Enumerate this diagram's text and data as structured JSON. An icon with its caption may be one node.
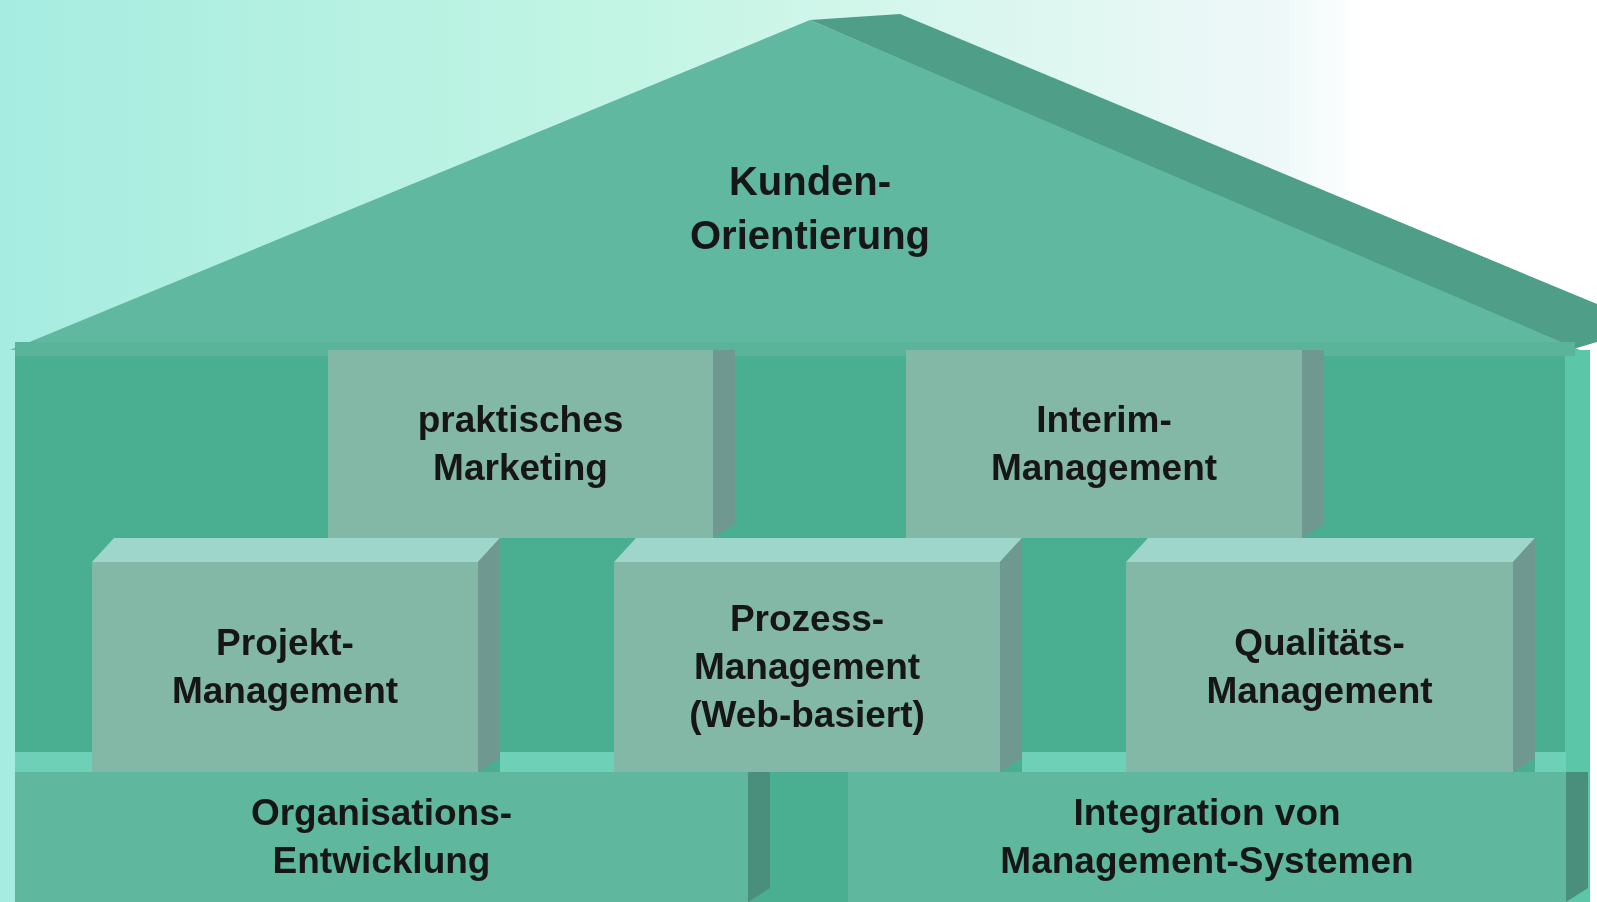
{
  "diagram": {
    "nodes": [
      {
        "text": [
          "Kunden- Orientierung"
        ]
      },
      {
        "text": [
          "praktisches Marketing"
        ]
      },
      {
        "text": [
          "Interim- Management"
        ]
      },
      {
        "text": [
          "Projekt- Management"
        ]
      },
      {
        "text": [
          "Prozess- Management (Web-basiert)"
        ]
      },
      {
        "text": [
          "Qualitäts- Management"
        ]
      },
      {
        "text": [
          "Organisations- Entwicklung"
        ]
      },
      {
        "text": [
          "Integration von Management-Systemen"
        ]
      }
    ]
  }
}
